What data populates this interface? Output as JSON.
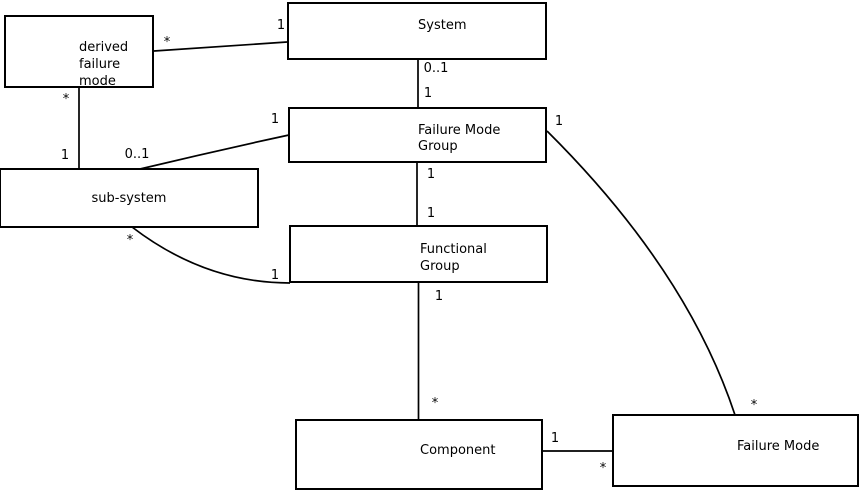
{
  "diagram": {
    "colors": {
      "background": "#ffffff",
      "line": "#000000",
      "box_fill": "#ffffff",
      "text": "#000000"
    },
    "nodes": [
      {
        "id": "derived-failure-mode",
        "label": "derived failure mode",
        "lines": [
          "derived",
          "failure",
          "mode"
        ]
      },
      {
        "id": "system",
        "label": "System",
        "lines": [
          "System"
        ]
      },
      {
        "id": "failure-mode-group",
        "label": "Failure Mode Group",
        "lines": [
          "Failure Mode",
          "Group"
        ]
      },
      {
        "id": "sub-system",
        "label": "sub-system",
        "lines": [
          "sub-system"
        ]
      },
      {
        "id": "functional-group",
        "label": "Functional Group",
        "lines": [
          "Functional",
          "Group"
        ]
      },
      {
        "id": "component",
        "label": "Component",
        "lines": [
          "Component"
        ]
      },
      {
        "id": "failure-mode",
        "label": "Failure Mode",
        "lines": [
          "Failure Mode"
        ]
      }
    ],
    "edges": [
      {
        "from": "derived failure mode",
        "to": "System",
        "from_label": "*",
        "to_label": "1"
      },
      {
        "from": "derived failure mode",
        "to": "sub-system",
        "from_label": "*",
        "to_label": "1"
      },
      {
        "from": "System",
        "to": "Failure Mode Group",
        "from_label": "0..1",
        "to_label": "1"
      },
      {
        "from": "sub-system",
        "to": "Failure Mode Group",
        "from_label": "0..1",
        "to_label": "1"
      },
      {
        "from": "Failure Mode Group",
        "to": "Functional Group",
        "from_label": "1",
        "to_label": "1"
      },
      {
        "from": "sub-system",
        "to": "Functional Group",
        "from_label": "*",
        "to_label": "1"
      },
      {
        "from": "Functional Group",
        "to": "Component",
        "from_label": "1",
        "to_label": "*"
      },
      {
        "from": "Component",
        "to": "Failure Mode",
        "from_label": "1",
        "to_label": "*"
      },
      {
        "from": "Failure Mode Group",
        "to": "Failure Mode",
        "from_label": "1",
        "to_label": "*"
      }
    ]
  }
}
